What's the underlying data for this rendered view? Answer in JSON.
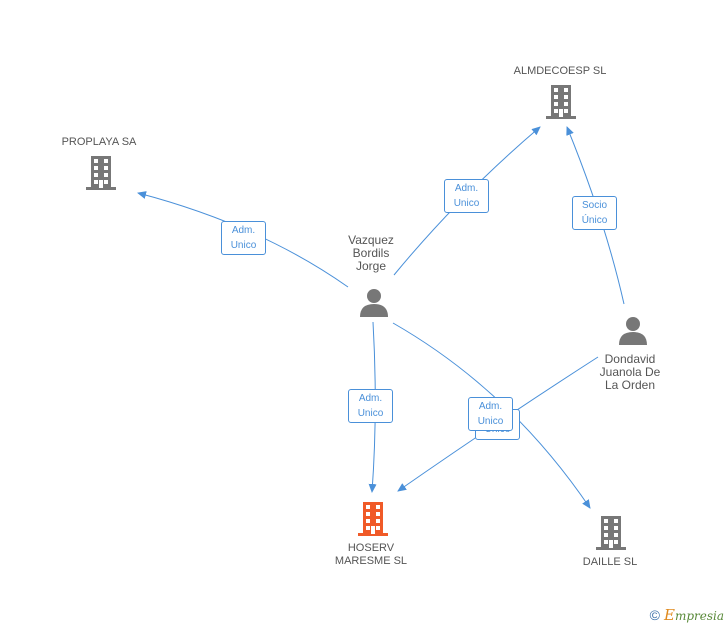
{
  "nodes": {
    "proplaya": {
      "label": "PROPLAYA SA"
    },
    "almdecoesp": {
      "label": "ALMDECOESP SL"
    },
    "hoserv": {
      "label": "HOSERV\nMARESME SL"
    },
    "daille": {
      "label": "DAILLE SL"
    },
    "vazquez": {
      "label": "Vazquez\nBordils\nJorge"
    },
    "dondavid": {
      "label": "Dondavid\nJuanola De\nLa Orden"
    }
  },
  "edges": {
    "vazquez_proplaya": "Adm.\nUnico",
    "vazquez_almdecoesp": "Adm.\nUnico",
    "dondavid_almdecoesp": "Socio\nÚnico",
    "vazquez_hoserv": "Adm.\nUnico",
    "dondavid_hoserv": "Adm.\nUnico",
    "vazquez_daille_hidden": "Unico"
  },
  "colors": {
    "edge": "#4a90d9",
    "building": "#777777",
    "building_highlight": "#f05a28",
    "person": "#777777"
  },
  "footer": {
    "copyright": "©",
    "brand_first": "E",
    "brand_rest": "mpresia"
  }
}
